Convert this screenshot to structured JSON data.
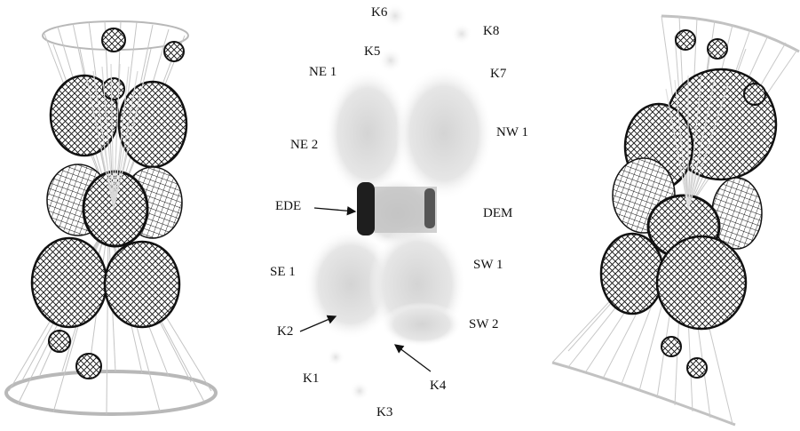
{
  "labels": {
    "k6": "K6",
    "k8": "K8",
    "k5": "K5",
    "ne1": "NE 1",
    "k7": "K7",
    "nw1": "NW 1",
    "ne2": "NE 2",
    "ede": "EDE",
    "dem": "DEM",
    "sw1": "SW 1",
    "se1": "SE 1",
    "k2": "K2",
    "sw2": "SW 2",
    "k1": "K1",
    "k4": "K4",
    "k3": "K3"
  }
}
